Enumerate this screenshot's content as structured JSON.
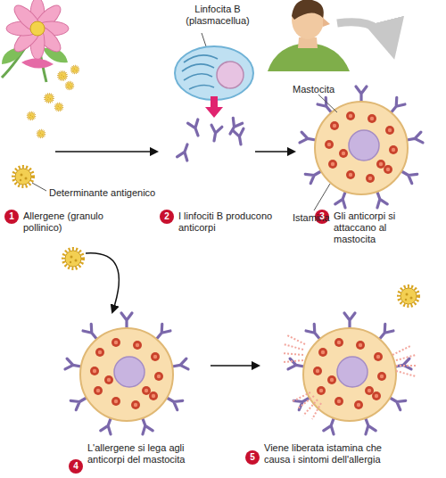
{
  "diagram": {
    "labels": [
      "Linfocita B (plasmacellua)",
      "Mastocita",
      "Determinante antigenico",
      "Istamina",
      "1",
      "Allergene (granulo pollinico)",
      "2",
      "I linfociti B producono anticorpi",
      "3",
      "Gli anticorpi si attaccano al mastocita",
      "4",
      "L'allergene si lega agli anticorpi del mastocita",
      "5",
      "Viene liberata istamina che causa i sintomi dell'allergia"
    ]
  }
}
